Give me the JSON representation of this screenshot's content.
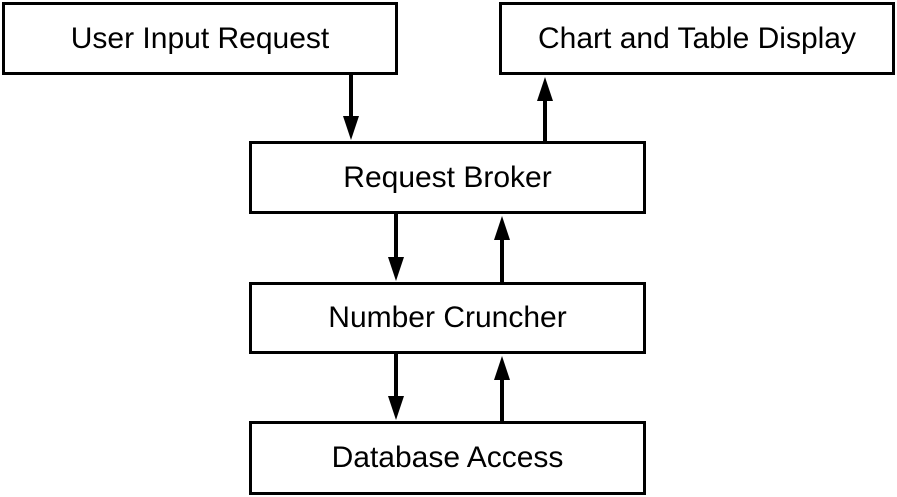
{
  "diagram": {
    "nodes": {
      "user_input": {
        "label": "User Input Request"
      },
      "chart_display": {
        "label": "Chart and Table Display"
      },
      "request_broker": {
        "label": "Request Broker"
      },
      "number_cruncher": {
        "label": "Number Cruncher"
      },
      "database_access": {
        "label": "Database Access"
      }
    },
    "edges": [
      {
        "from": "user_input",
        "to": "request_broker"
      },
      {
        "from": "request_broker",
        "to": "chart_display"
      },
      {
        "from": "request_broker",
        "to": "number_cruncher"
      },
      {
        "from": "number_cruncher",
        "to": "request_broker"
      },
      {
        "from": "number_cruncher",
        "to": "database_access"
      },
      {
        "from": "database_access",
        "to": "number_cruncher"
      }
    ],
    "colors": {
      "stroke": "#000000",
      "background": "#ffffff"
    }
  }
}
